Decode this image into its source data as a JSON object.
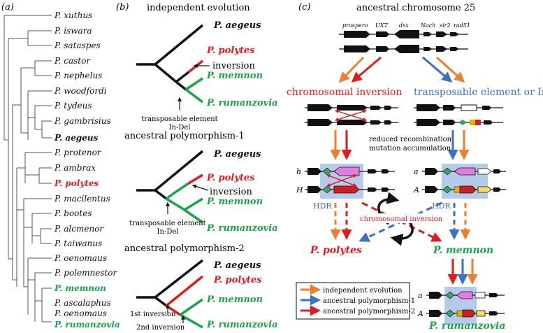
{
  "colors": {
    "black": "#111111",
    "red": "#e31a1c",
    "green": "#1aa34a",
    "blue": "#3d6fc4",
    "orange": "#ef7d2e",
    "hdr_box": "#a9c2e6"
  },
  "panel_a": {
    "label": "(a)",
    "taxa": [
      {
        "name": "P. xuthus",
        "style": "normal"
      },
      {
        "name": "P. iswara",
        "style": "normal"
      },
      {
        "name": "P. sataspes",
        "style": "normal"
      },
      {
        "name": "P. castor",
        "style": "normal"
      },
      {
        "name": "P. nephelus",
        "style": "normal"
      },
      {
        "name": "P. woodfordi",
        "style": "normal"
      },
      {
        "name": "P. tydeus",
        "style": "normal"
      },
      {
        "name": "P. gambrisius",
        "style": "normal"
      },
      {
        "name": "P. aegeus",
        "style": "bold"
      },
      {
        "name": "P. protenor",
        "style": "normal"
      },
      {
        "name": "P. ambrax",
        "style": "normal"
      },
      {
        "name": "P. polytes",
        "style": "red"
      },
      {
        "name": "P. macilentus",
        "style": "normal"
      },
      {
        "name": "P. bootes",
        "style": "normal"
      },
      {
        "name": "P. alcmenor",
        "style": "normal"
      },
      {
        "name": "P. taiwanus",
        "style": "normal"
      },
      {
        "name": "P. oenomaus",
        "style": "normal"
      },
      {
        "name": "P. polemnestor",
        "style": "normal"
      },
      {
        "name": "P. memnon",
        "style": "green"
      },
      {
        "name": "P. ascalaphus",
        "style": "normal"
      },
      {
        "name": "P. oenomaus",
        "style": "normal"
      },
      {
        "name": "P. rumanzovia",
        "style": "green"
      }
    ]
  },
  "panel_b": {
    "label": "(b)",
    "scenarios": [
      {
        "title": "independent evolution",
        "annotation": "inversion",
        "te_label_1": "transposable element",
        "te_label_2": "In-Del"
      },
      {
        "title": "ancestral polymorphism-1",
        "annotation": "inversion",
        "te_label_1": "transposable element",
        "te_label_2": "In-Del"
      },
      {
        "title": "ancestral polymorphism-2",
        "inv1": "1st inversion",
        "inv2": "2nd inversion"
      }
    ],
    "species": {
      "aegeus": "P. aegeus",
      "polytes": "P. polytes",
      "memnon": "P. memnon",
      "rumanzovia": "P. rumanzovia"
    }
  },
  "panel_c": {
    "label": "(c)",
    "title": "ancestral chromosome 25",
    "genes": [
      "prospero",
      "UXT",
      "dsx",
      "Nach",
      "sir2",
      "rad51"
    ],
    "left_path": "chromosomal inversion",
    "right_path": "transposable element or In-Del",
    "middle_note_1": "reduced recombination",
    "middle_note_2": "mutation accumulation",
    "allele_left": [
      "h",
      "H"
    ],
    "allele_right": [
      "a",
      "A"
    ],
    "hdr": "HDR",
    "cross_label": "chromosomal inversion",
    "species_left": "P. polytes",
    "species_right": "P. memnon",
    "species_bottom": "P. rumanzovia",
    "allele_bottom": [
      "a",
      "A"
    ],
    "legend": [
      "independent evolution",
      "ancestral polymorphism-1",
      "ancestral polymorphism-2"
    ]
  }
}
